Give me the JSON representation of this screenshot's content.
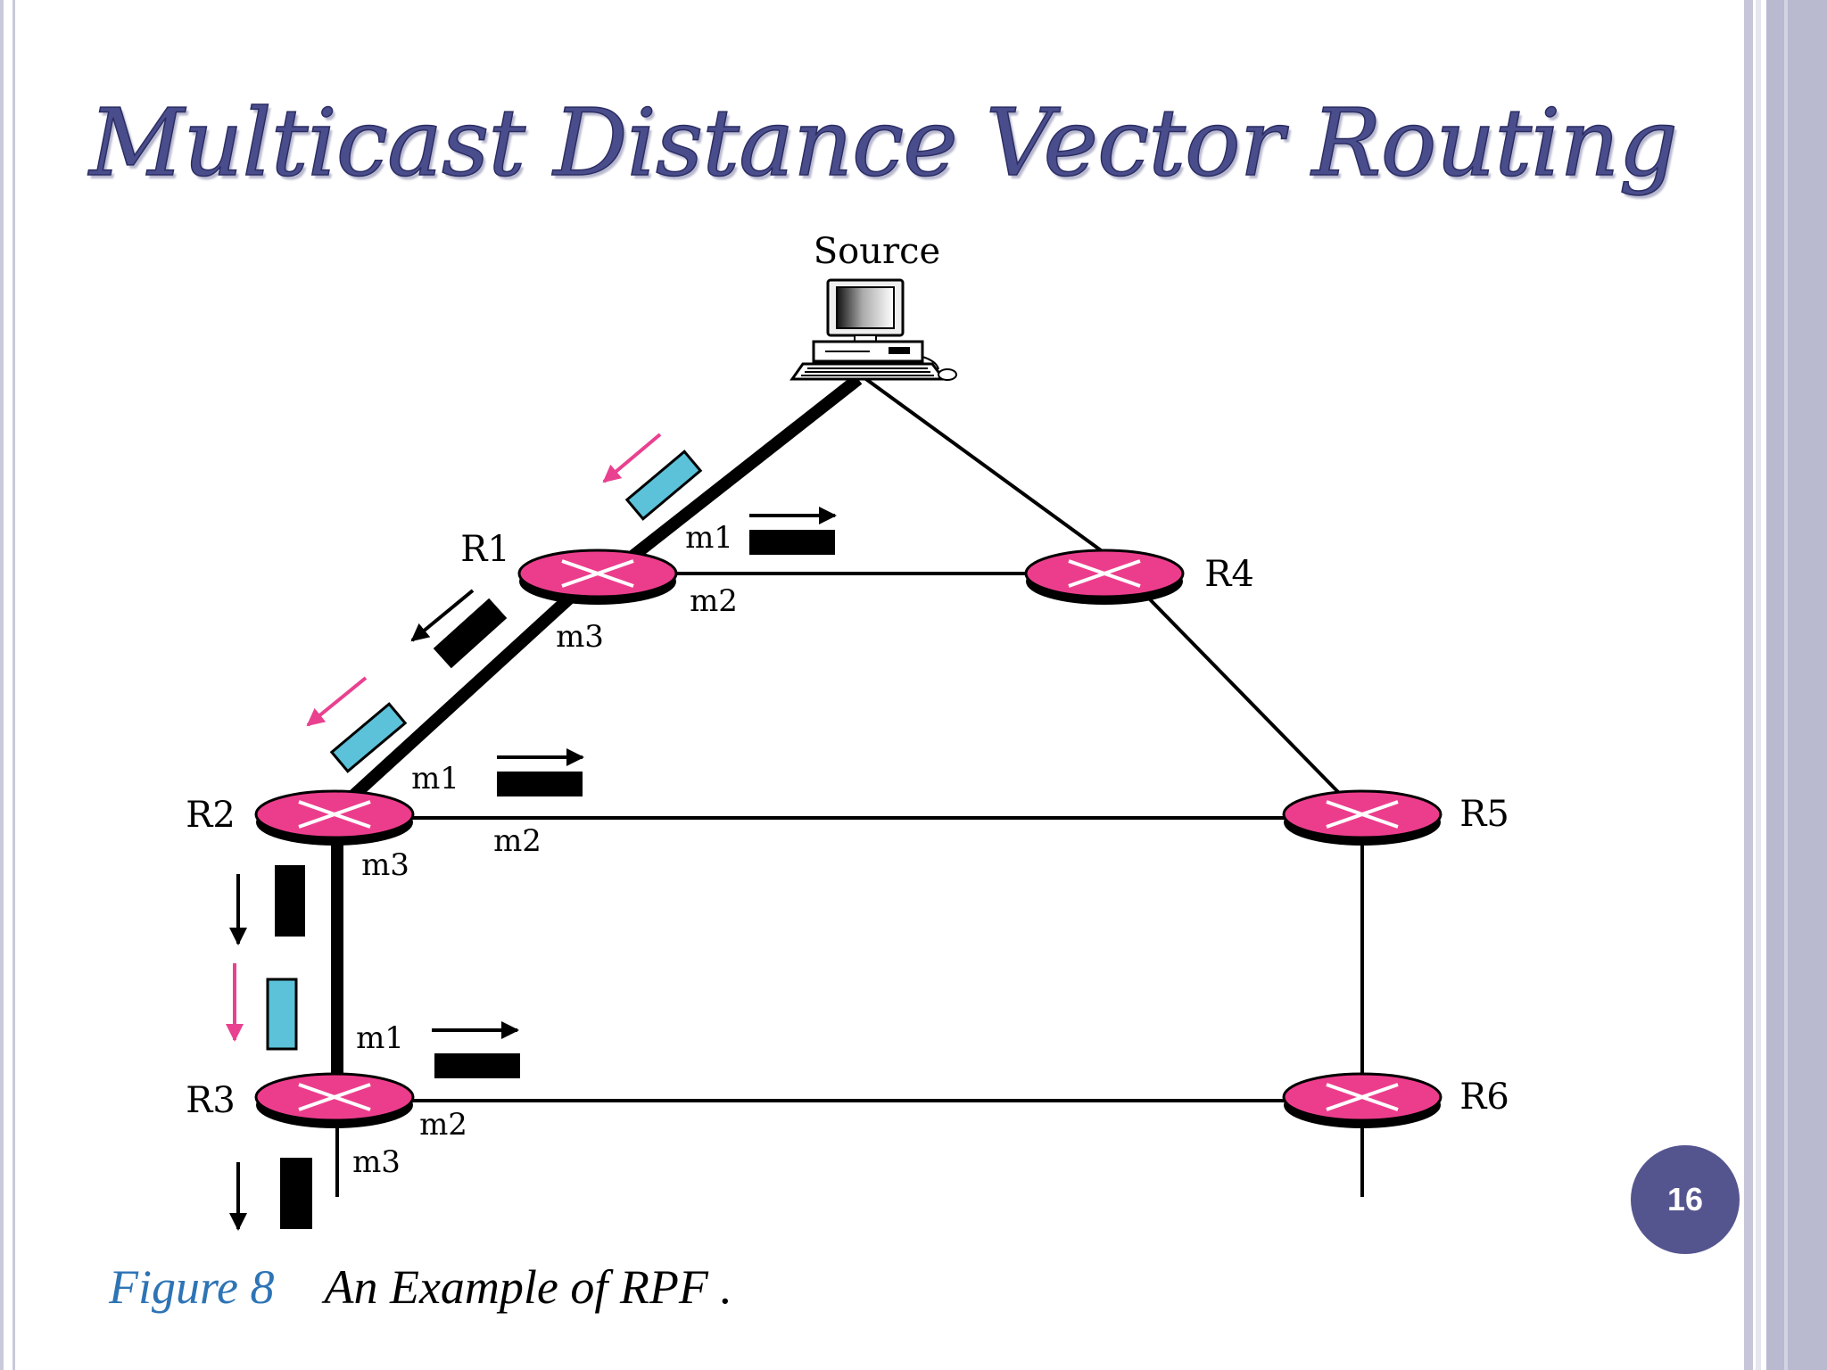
{
  "slide": {
    "title": "Multicast Distance Vector Routing",
    "page_number": "16"
  },
  "diagram": {
    "source_label": "Source",
    "routers": [
      "R1",
      "R2",
      "R3",
      "R4",
      "R5",
      "R6"
    ],
    "interfaces": {
      "r1": [
        "m1",
        "m2",
        "m3"
      ],
      "r2": [
        "m1",
        "m2",
        "m3"
      ],
      "r3": [
        "m1",
        "m2",
        "m3"
      ]
    }
  },
  "caption": {
    "figure": "Figure 8",
    "text": "An Example of RPF ."
  },
  "colors": {
    "accent": "#54558f",
    "router": "#ec3d8c",
    "dropped_packet": "#5bc2d9",
    "dropped_arrow": "#e9418f",
    "caption_figure": "#2e74b5"
  }
}
